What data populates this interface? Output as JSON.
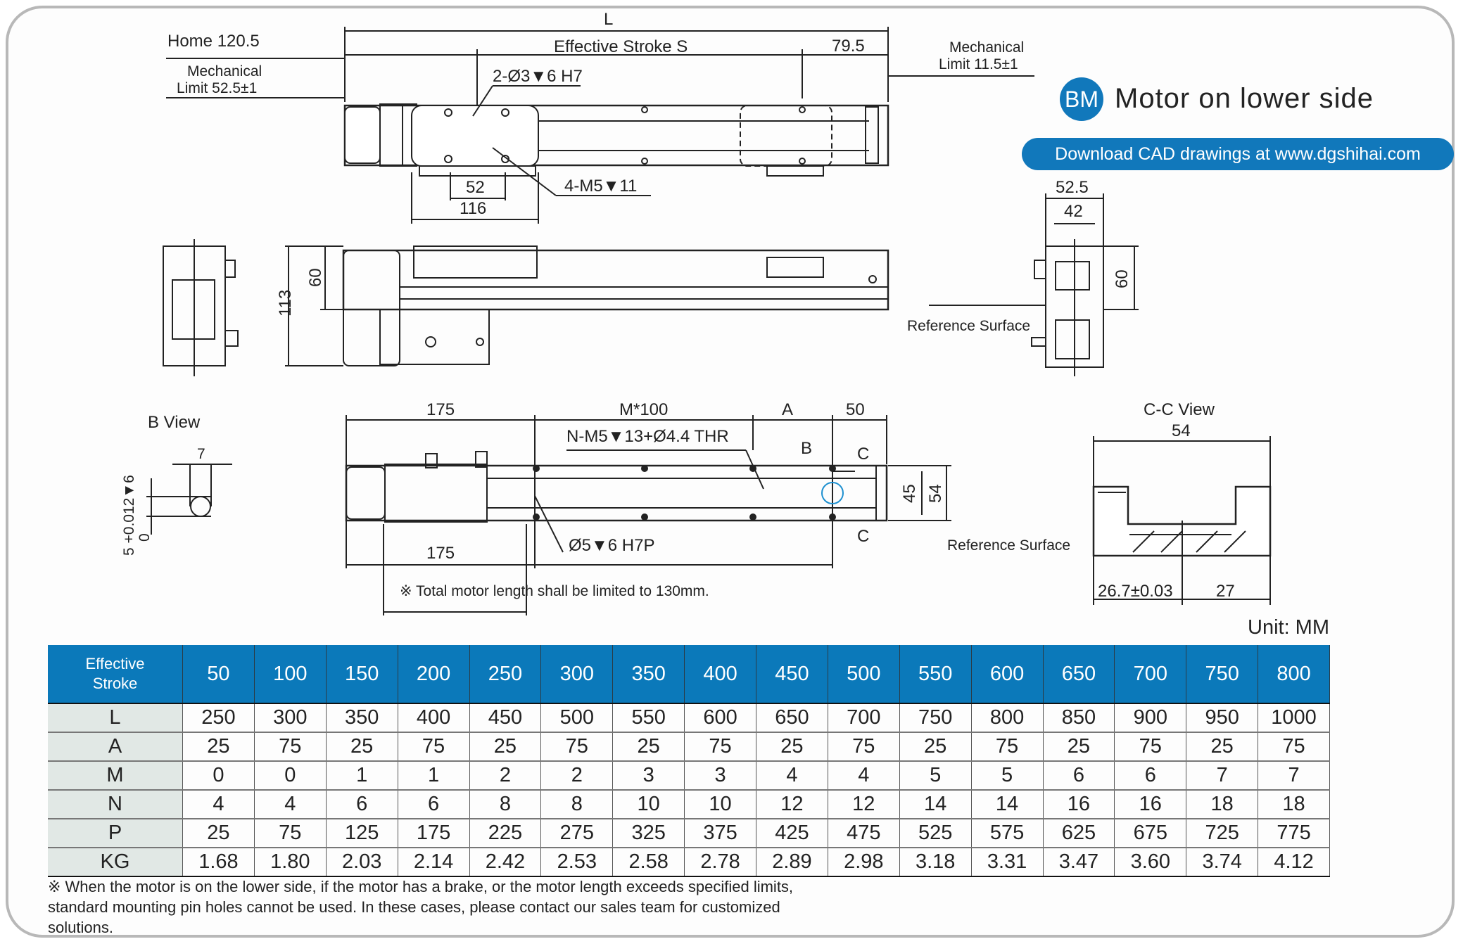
{
  "header": {
    "badge": "BM",
    "title": "Motor on lower side",
    "cad_link": "Download CAD drawings at www.dgshihai.com",
    "brand_color": "#1178bb"
  },
  "drawing": {
    "top_view": {
      "L": "L",
      "home": "Home 120.5",
      "effective_stroke": "Effective Stroke S",
      "end": "79.5",
      "mech_limit_right_1": "Mechanical",
      "mech_limit_right_2": "Limit 11.5±1",
      "mech_limit_left_1": "Mechanical",
      "mech_limit_left_2": "Limit 52.5±1",
      "pin_holes": "2-Ø3▼6 H7",
      "dim_52": "52",
      "dim_116": "116",
      "screws": "4-M5▼11"
    },
    "side_view": {
      "dim_113": "113",
      "dim_60": "60"
    },
    "end_view": {
      "dim_52_5": "52.5",
      "dim_42": "42",
      "dim_60": "60",
      "reference_surface": "Reference Surface"
    },
    "b_view": {
      "title": "B View",
      "dim_7": "7",
      "tolerance": "5 +0.012▼6",
      "tolerance_low": "0"
    },
    "bottom_view": {
      "dim_175_top": "175",
      "m100": "M*100",
      "A": "A",
      "dim_50": "50",
      "thread": "N-M5▼13+Ø4.4 THR",
      "B": "B",
      "C_top": "C",
      "C_bottom": "C",
      "dim_45": "45",
      "dim_54": "54",
      "dim_175_bottom": "175",
      "pin": "Ø5▼6 H7P",
      "motor_note": "※ Total motor length shall be limited to 130mm."
    },
    "cc_view": {
      "title": "C-C View",
      "dim_54": "54",
      "reference_surface": "Reference Surface",
      "dim_26_7": "26.7±0.03",
      "dim_27": "27"
    }
  },
  "unit": "Unit: MM",
  "table": {
    "header_label_1": "Effective",
    "header_label_2": "Stroke",
    "strokes": [
      "50",
      "100",
      "150",
      "200",
      "250",
      "300",
      "350",
      "400",
      "450",
      "500",
      "550",
      "600",
      "650",
      "700",
      "750",
      "800"
    ],
    "rows": [
      {
        "label": "L",
        "values": [
          "250",
          "300",
          "350",
          "400",
          "450",
          "500",
          "550",
          "600",
          "650",
          "700",
          "750",
          "800",
          "850",
          "900",
          "950",
          "1000"
        ]
      },
      {
        "label": "A",
        "values": [
          "25",
          "75",
          "25",
          "75",
          "25",
          "75",
          "25",
          "75",
          "25",
          "75",
          "25",
          "75",
          "25",
          "75",
          "25",
          "75"
        ]
      },
      {
        "label": "M",
        "values": [
          "0",
          "0",
          "1",
          "1",
          "2",
          "2",
          "3",
          "3",
          "4",
          "4",
          "5",
          "5",
          "6",
          "6",
          "7",
          "7"
        ]
      },
      {
        "label": "N",
        "values": [
          "4",
          "4",
          "6",
          "6",
          "8",
          "8",
          "10",
          "10",
          "12",
          "12",
          "14",
          "14",
          "16",
          "16",
          "18",
          "18"
        ]
      },
      {
        "label": "P",
        "values": [
          "25",
          "75",
          "125",
          "175",
          "225",
          "275",
          "325",
          "375",
          "425",
          "475",
          "525",
          "575",
          "625",
          "675",
          "725",
          "775"
        ]
      },
      {
        "label": "KG",
        "values": [
          "1.68",
          "1.80",
          "2.03",
          "2.14",
          "2.42",
          "2.53",
          "2.58",
          "2.78",
          "2.89",
          "2.98",
          "3.18",
          "3.31",
          "3.47",
          "3.60",
          "3.74",
          "4.12"
        ]
      }
    ]
  },
  "note": "※ When the motor is on the lower side, if the motor has a brake, or the motor length exceeds specified limits, standard mounting pin holes cannot be used. In these cases, please contact our sales team for customized solutions."
}
